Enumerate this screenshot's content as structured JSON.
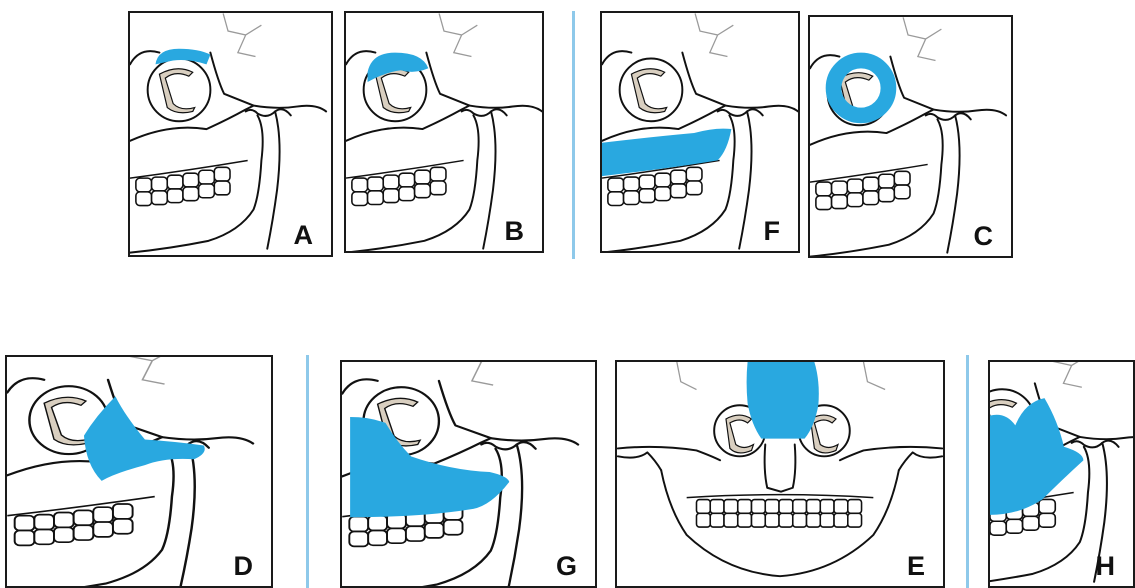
{
  "highlight_color": "#29a8e0",
  "divider_color": "#8ec9ea",
  "panels": {
    "A": {
      "label": "A"
    },
    "B": {
      "label": "B"
    },
    "F": {
      "label": "F"
    },
    "C": {
      "label": "C"
    },
    "D": {
      "label": "D"
    },
    "G": {
      "label": "G"
    },
    "E": {
      "label": "E"
    },
    "H": {
      "label": "H"
    }
  }
}
